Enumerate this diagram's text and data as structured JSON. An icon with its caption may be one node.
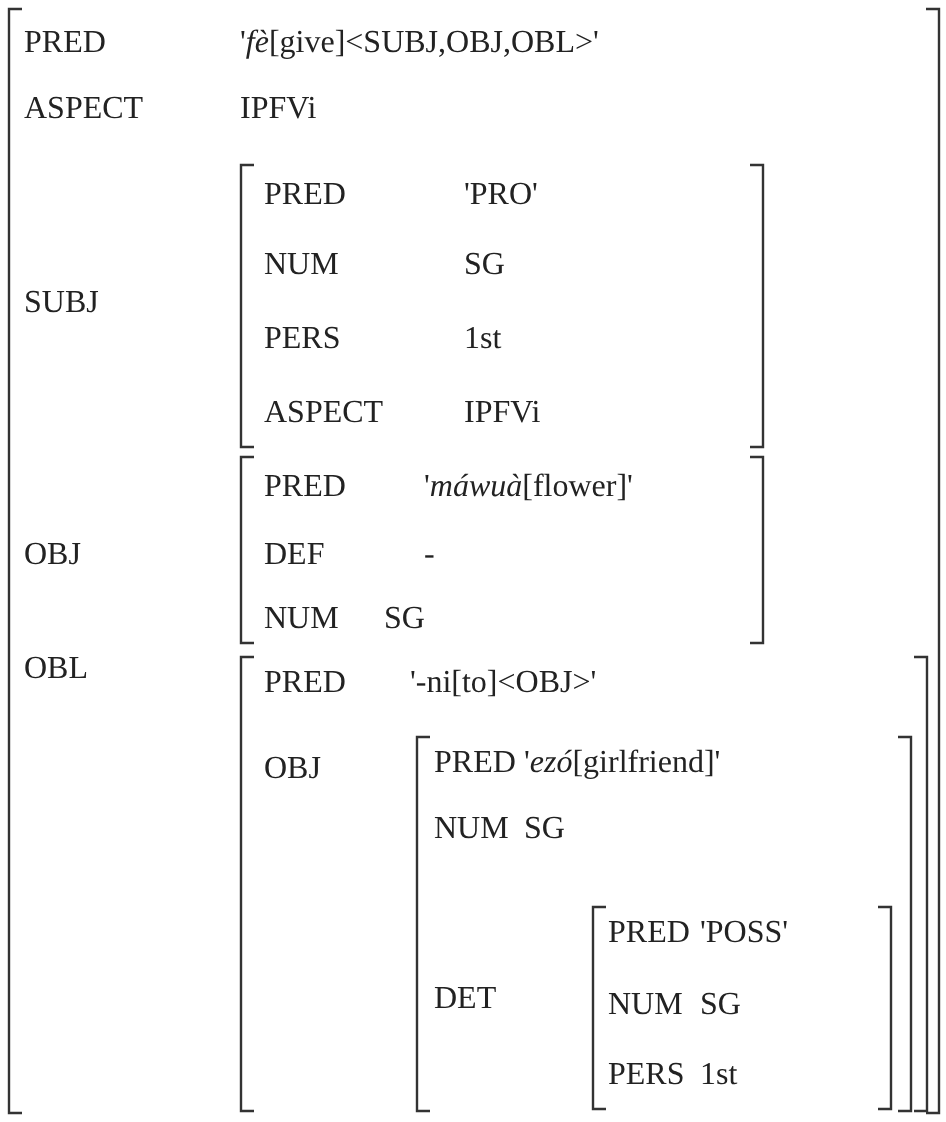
{
  "diagram": {
    "nodes": [
      {
        "text": [
          "PRED",
          "'*fè*[give]<SUBJ,OBJ,OBL>'",
          "ASPECT",
          "IPFVi",
          "SUBJ",
          "OBJ",
          "OBL"
        ]
      },
      {
        "text": [
          "PRED",
          "'PRO'",
          "NUM",
          "SG",
          "PERS",
          "1st",
          "ASPECT",
          "IPFVi"
        ],
        "in": 0
      },
      {
        "text": [
          "PRED",
          "'*máwuà*[flower]'",
          "DEF",
          "-",
          "NUM",
          "SG"
        ],
        "in": 0
      },
      {
        "text": [
          "PRED",
          "'-ni[to]<OBJ>'",
          "OBJ"
        ],
        "in": 0
      },
      {
        "text": [
          "PRED",
          "'*ezó*[girlfriend]'",
          "NUM",
          "SG",
          "DET"
        ],
        "in": 3
      },
      {
        "text": [
          "PRED",
          "'POSS'",
          "NUM",
          "SG",
          "PERS",
          "1st"
        ],
        "in": 4
      }
    ]
  }
}
